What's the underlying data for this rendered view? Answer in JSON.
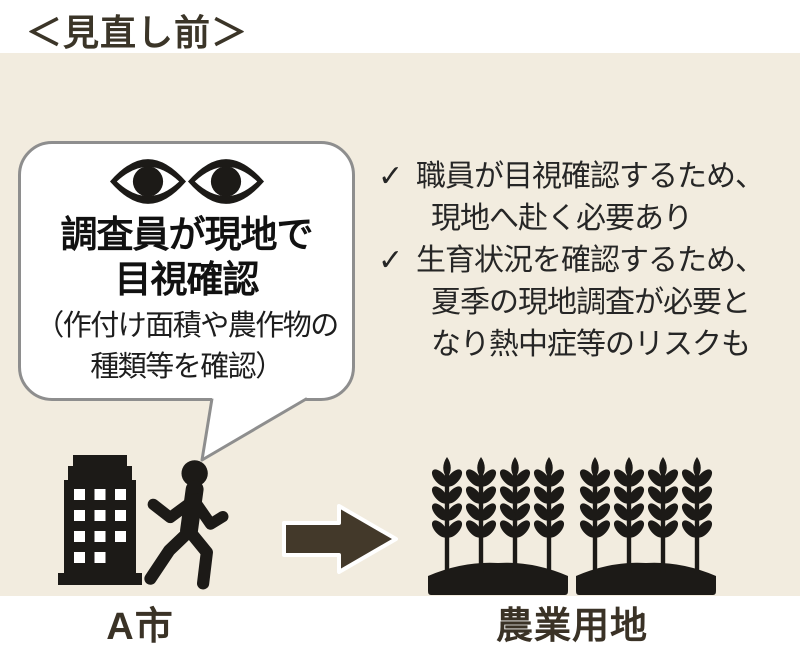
{
  "title": "＜見直し前＞",
  "bubble": {
    "heading_line1": "調査員が現地で",
    "heading_line2": "目視確認",
    "note_line1": "（作付け面積や農作物の",
    "note_line2": "種類等を確認）"
  },
  "checklist": {
    "check_glyph": "✓",
    "items": [
      {
        "lines": [
          "職員が目視確認するため、",
          "現地へ赴く必要あり"
        ]
      },
      {
        "lines": [
          "生育状況を確認するため、",
          "夏季の現地調査が必要と",
          "なり熱中症等のリスクも"
        ]
      }
    ]
  },
  "bottom": {
    "source_label": "A市",
    "target_label": "農業用地"
  },
  "icons": [
    "eye-icon",
    "building-icon",
    "walking-person-icon",
    "arrow-right-icon",
    "wheat-field-icon",
    "check-icon"
  ],
  "colors": {
    "page_bg": "#ffffff",
    "panel_bg": "#f2ecdf",
    "bubble_fill": "#ffffff",
    "bubble_border": "#8e8e8e",
    "icon_black": "#1c1a17",
    "arrow_fill": "#43392a",
    "arrow_outline": "#ffffff",
    "title_text": "#3b3528",
    "label_text": "#3a3226",
    "body_text": "#262626"
  }
}
